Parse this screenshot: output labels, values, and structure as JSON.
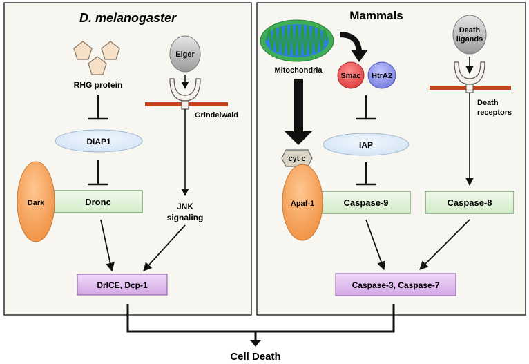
{
  "panels": {
    "left_title": "D. melanogaster",
    "right_title": "Mammals"
  },
  "fly": {
    "rhg": "RHG protein",
    "eiger": "Eiger",
    "grindelwald": "Grindelwald",
    "diap1": "DIAP1",
    "dark": "Dark",
    "dronc": "Dronc",
    "jnk_line1": "JNK",
    "jnk_line2": "signaling",
    "effector": "DrICE, Dcp-1"
  },
  "mammal": {
    "mitochondria": "Mitochondria",
    "smac": "Smac",
    "htra2": "HtrA2",
    "death_ligands_line1": "Death",
    "death_ligands_line2": "ligands",
    "death_receptors_line1": "Death",
    "death_receptors_line2": "receptors",
    "cytc": "cyt c",
    "iap": "IAP",
    "apaf1": "Apaf-1",
    "casp9": "Caspase-9",
    "casp8": "Caspase-8",
    "effector": "Caspase-3, Caspase-7"
  },
  "outcome": "Cell Death",
  "colors": {
    "panel_bg": "#f7f6f1",
    "pentagon": "#f6e1c8",
    "receptor_bar": "#c2431d",
    "dark_oval": "#f5a564",
    "oval_bg": "#e4f0fb",
    "green_box": "#e3f3dc",
    "purple_box": "#e3c4f0",
    "smac": "#e74c4c",
    "htra2": "#8d94e8",
    "mito_outer": "#3fae55",
    "mito_inner": "#2f7fe0",
    "grey_ball": "#c9c9c9",
    "cytc": "#d8d3c2"
  }
}
